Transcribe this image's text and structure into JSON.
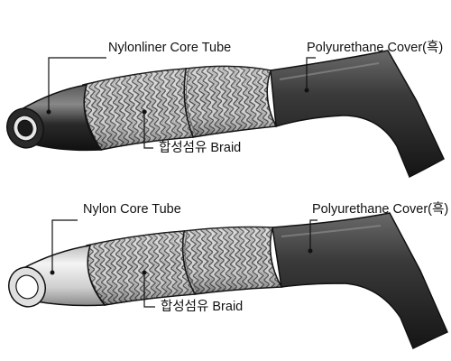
{
  "colors": {
    "ink": "#111111",
    "cover_dark": "#222222",
    "cover_light": "#5a5a5a",
    "braid_base": "#cfcfcf",
    "braid_line": "#4a4a4a",
    "core_dark": "#1a1a1a",
    "core_light": "#e6e6e6"
  },
  "diagram_top": {
    "labels": {
      "core": "Nylonliner Core Tube",
      "cover": "Polyurethane Cover(흑)",
      "braid": "합성섬유 Braid"
    },
    "core_style": "dark"
  },
  "diagram_bottom": {
    "labels": {
      "core": "Nylon Core Tube",
      "cover": "Polyurethane Cover(흑)",
      "braid": "합성섬유 Braid"
    },
    "core_style": "light"
  }
}
